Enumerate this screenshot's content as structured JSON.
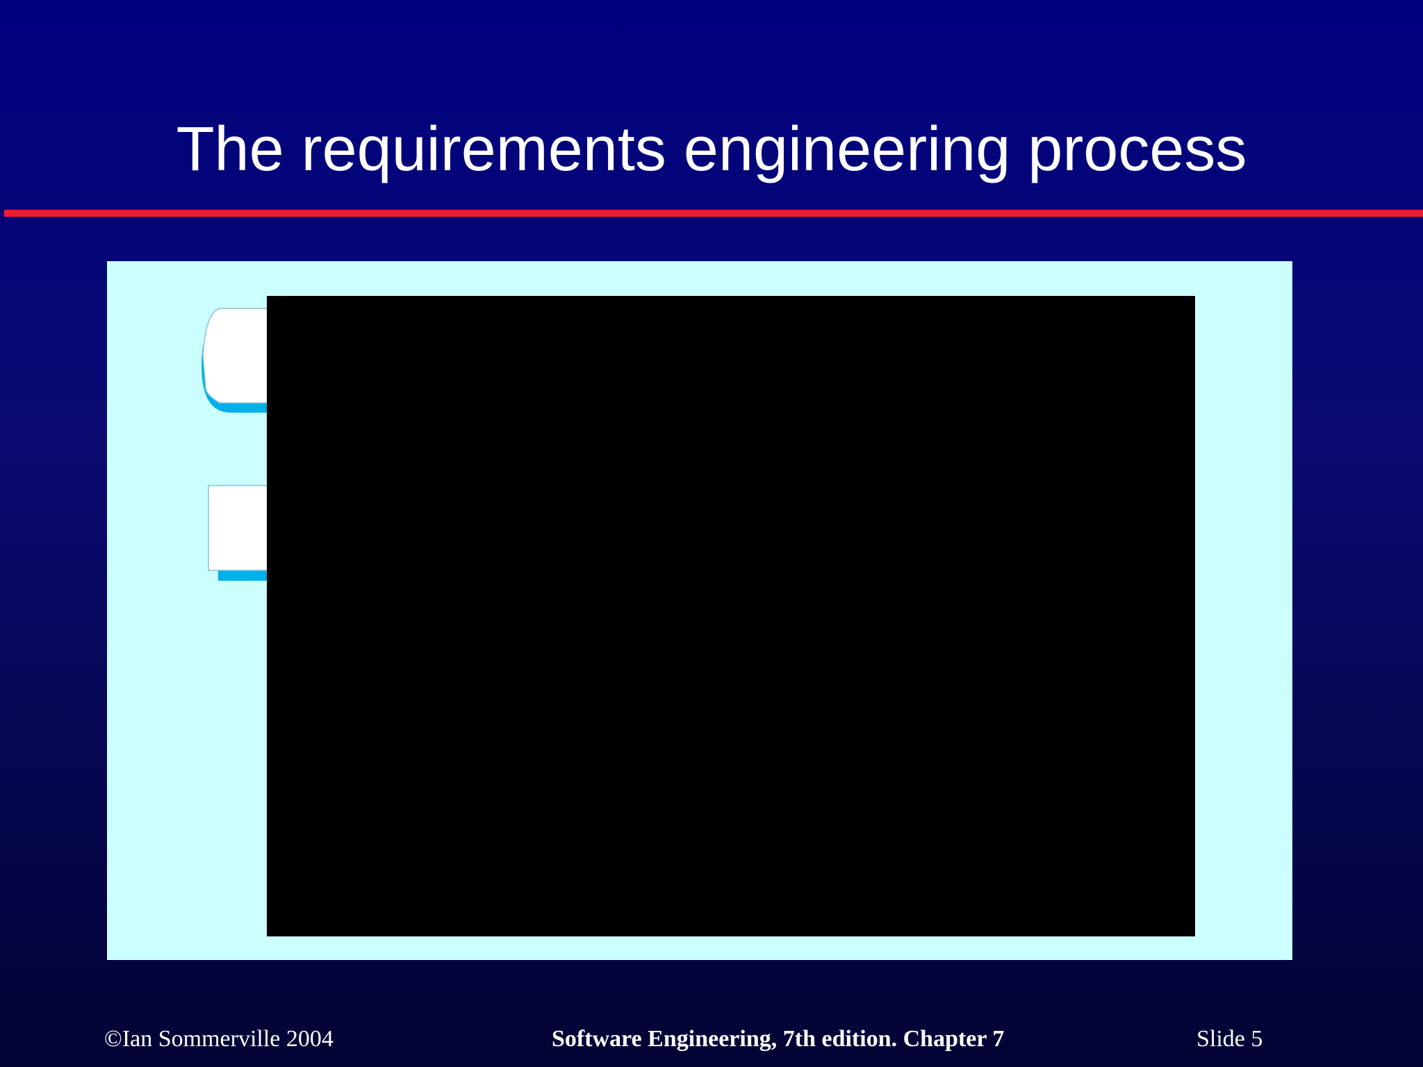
{
  "slide": {
    "title": "The requirements engineering process",
    "colors": {
      "background": "#00007f",
      "title_rule": "#ee1c33",
      "diagram_panel": "#ccffff",
      "box_fill": "#ffffff",
      "box_shadow": "#00b0e8",
      "redaction": "#000000"
    }
  },
  "footer": {
    "copyright": "©Ian Sommerville 2004",
    "book": "Software Engineering, 7th edition. Chapter 7",
    "slide_label": "Slide  5"
  }
}
